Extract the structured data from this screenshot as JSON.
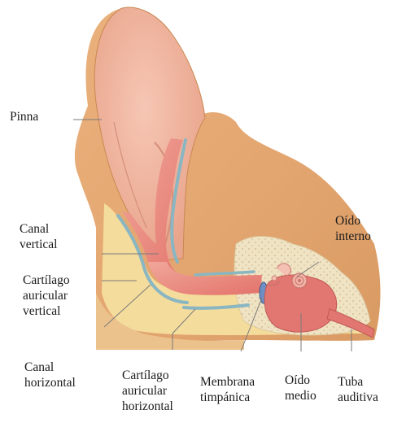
{
  "labels": {
    "pinna": "Pinna",
    "canal_vertical": [
      "Canal",
      "vertical"
    ],
    "cartilago_vertical": [
      "Cartílago",
      "auricular",
      "vertical"
    ],
    "canal_horizontal": [
      "Canal",
      "horizontal"
    ],
    "cartilago_horizontal": [
      "Cartílago",
      "auricular",
      "horizontal"
    ],
    "membrana": [
      "Membrana",
      "timpánica"
    ],
    "oido_medio": [
      "Oído",
      "medio"
    ],
    "oido_interno": [
      "Oído",
      "interno"
    ],
    "tuba": [
      "Tuba",
      "auditiva"
    ]
  },
  "colors": {
    "skin": "#e3a56f",
    "skin_dark": "#c98852",
    "canal": "#e98a82",
    "canal_light": "#f3b7a9",
    "cartilage": "#8ab6c2",
    "fat": "#f4dc9c",
    "bone": "#efe3c4",
    "leader": "#7a7a7a"
  }
}
